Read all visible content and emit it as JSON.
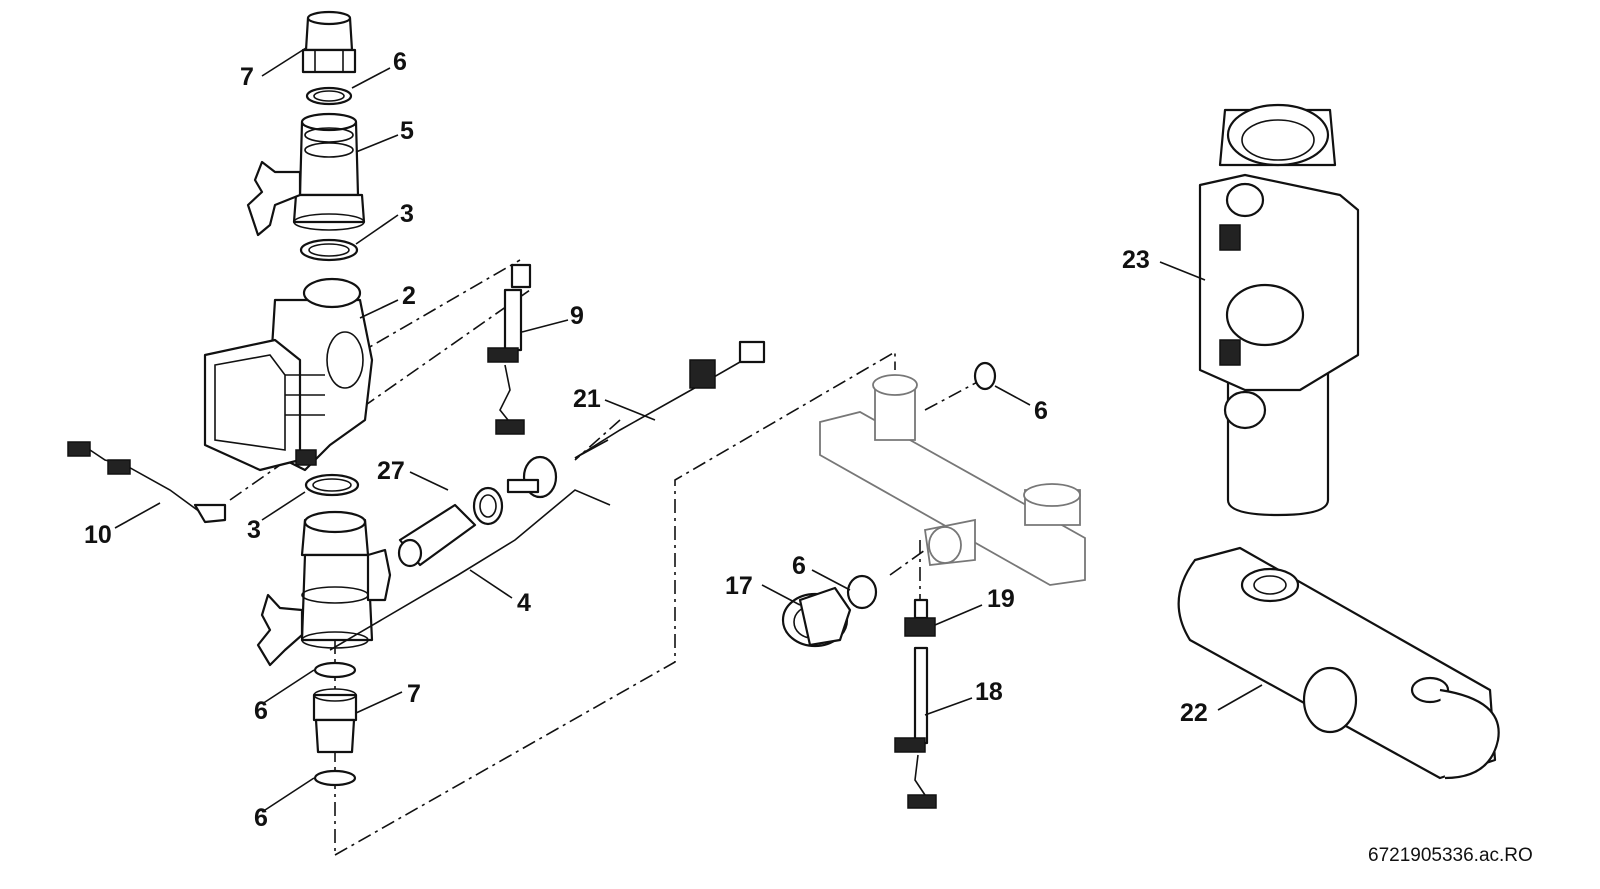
{
  "drawing_code": "6721905336.ac.RO",
  "parts": {
    "p2": "2",
    "p3": "3",
    "p4": "4",
    "p5": "5",
    "p6": "6",
    "p7": "7",
    "p9": "9",
    "p10": "10",
    "p17": "17",
    "p18": "18",
    "p19": "19",
    "p21": "21",
    "p22": "22",
    "p23": "23",
    "p27": "27"
  },
  "colors": {
    "line": "#111111",
    "ghost": "#777777",
    "background": "#ffffff"
  }
}
